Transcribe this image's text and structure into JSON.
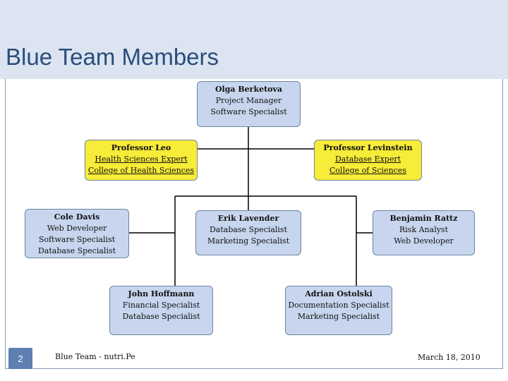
{
  "title": "Blue Team Members",
  "nodes": {
    "olga": {
      "name": "Olga Berketova",
      "roles": [
        "Project Manager",
        "Software Specialist"
      ]
    },
    "leo": {
      "name": "Professor Leo",
      "roles": [
        "Health Sciences Expert",
        "College of Health Sciences"
      ]
    },
    "levinstein": {
      "name": "Professor Levinstein",
      "roles": [
        "Database Expert",
        "College of Sciences"
      ]
    },
    "cole": {
      "name": "Cole Davis",
      "roles": [
        "Web Developer",
        "Software Specialist",
        "Database Specialist"
      ]
    },
    "erik": {
      "name": "Erik Lavender",
      "roles": [
        "Database Specialist",
        "Marketing Specialist"
      ]
    },
    "benjamin": {
      "name": "Benjamin Rattz",
      "roles": [
        "Risk Analyst",
        "Web Developer"
      ]
    },
    "john": {
      "name": "John Hoffmann",
      "roles": [
        "Financial Specialist",
        "Database Specialist"
      ]
    },
    "adrian": {
      "name": "Adrian Ostolski",
      "roles": [
        "Documentation Specialist",
        "Marketing Specialist"
      ]
    }
  },
  "footer": {
    "page_number": "2",
    "left_text": "Blue Team - nutri.Pe",
    "date": "March 18, 2010"
  },
  "colors": {
    "header_band": "#dbe4f0",
    "title": "#2a4d7c",
    "node_blue": "#c7d6ee",
    "node_gold": "#f7ec38",
    "node_border": "#6f83a3",
    "page_box": "#5f7fb3",
    "connector": "#000000"
  }
}
